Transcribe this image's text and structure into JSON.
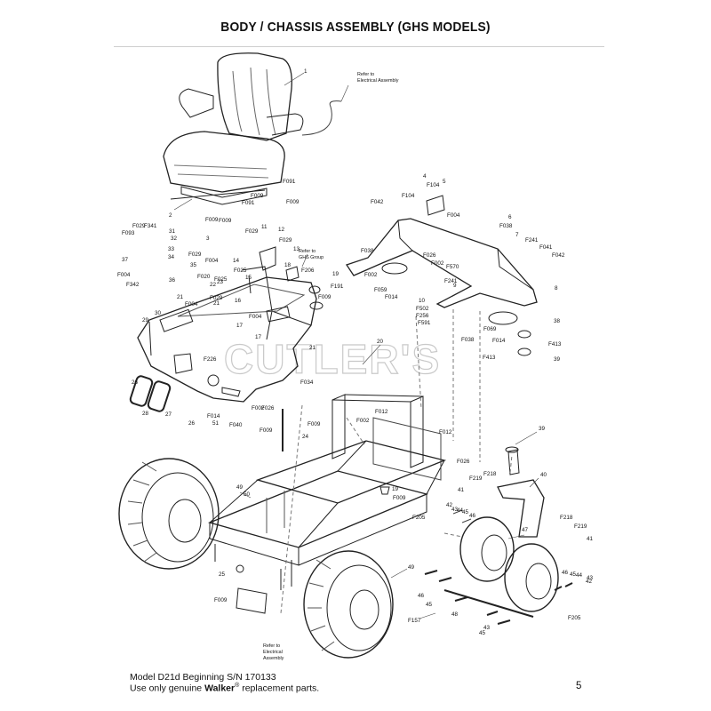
{
  "title": "BODY / CHASSIS ASSEMBLY (GHS MODELS)",
  "watermark": "CUTLER'S",
  "footer": {
    "model": "Model D21d Beginning S/N 170133",
    "parts_prefix": "Use only genuine ",
    "brand": "Walker",
    "trademark": "®",
    "parts_suffix": " replacement parts.",
    "page": "5"
  },
  "notes": {
    "electrical_top": [
      "Refer to",
      "Electrical Assembly"
    ],
    "ghs_group": [
      "Refer to",
      "GHS Group"
    ],
    "electrical_bottom": [
      "Refer to",
      "Electrical",
      "Assembly"
    ]
  },
  "part_labels": [
    "1",
    "2",
    "3",
    "4",
    "5",
    "6",
    "7",
    "8",
    "9",
    "10",
    "11",
    "12",
    "13",
    "14",
    "15",
    "16",
    "17",
    "18",
    "19",
    "20",
    "21",
    "22",
    "23",
    "24",
    "25",
    "26",
    "27",
    "28",
    "29",
    "30",
    "31",
    "32",
    "33",
    "34",
    "35",
    "36",
    "37",
    "38",
    "39",
    "40",
    "41",
    "42",
    "43",
    "44",
    "45",
    "46",
    "47",
    "48",
    "49",
    "50",
    "51",
    "F002",
    "F004",
    "F009",
    "F012",
    "F014",
    "F025",
    "F026",
    "F029",
    "F034",
    "F038",
    "F040",
    "F041",
    "F042",
    "F059",
    "F069",
    "F091",
    "F093",
    "F104",
    "F157",
    "F191",
    "F205",
    "F206",
    "F218",
    "F219",
    "F226",
    "F241",
    "F256",
    "F341",
    "F342",
    "F413",
    "F502",
    "F570",
    "F591"
  ]
}
